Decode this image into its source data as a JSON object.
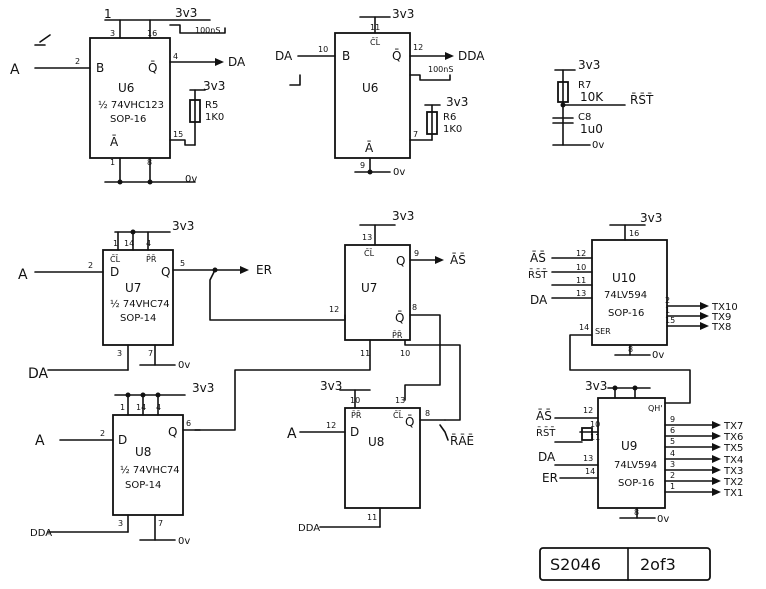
{
  "labels": {
    "u6a_pin_label": "1",
    "u6a_supply": "3v3",
    "u6a_timing": "100nS",
    "input_a": "A",
    "pin_b": "B",
    "pin_q": "Q",
    "pin_q_bar": "Q̄",
    "pin_d": "D",
    "pin_a_bar": "Ā",
    "pin_cl_bar": "C̄L̄",
    "pin_pr_bar": "P̄R̄",
    "pin_ser": "SER",
    "pin_qh": "QH'",
    "pin_1": "1",
    "pin_2": "2",
    "pin_3": "3",
    "pin_4": "4",
    "pin_5": "5",
    "pin_6": "6",
    "pin_7": "7",
    "pin_8": "8",
    "pin_9": "9",
    "pin_10": "10",
    "pin_11": "11",
    "pin_12": "12",
    "pin_13": "13",
    "pin_14": "14",
    "pin_15": "15",
    "pin_16": "16",
    "output_da": "DA",
    "output_dda": "DDA",
    "output_er": "ER",
    "output_as": "ĀS̄",
    "output_rae": "R̄ĀĒ",
    "u6_name": "U6",
    "u6_part": "½ 74VHC123",
    "u6_package": "SOP-16",
    "r5_supply": "3v3",
    "r5_name": "R5",
    "r5_value": "1K0",
    "u6b_supply": "3v3",
    "u6b_timing": "100nS",
    "r6_supply": "3v3",
    "r6_name": "R6",
    "r6_value": "1K0",
    "gnd_0v": "0v",
    "reset_supply": "3v3",
    "r7_name": "R7",
    "r7_value": "10K",
    "c8_name": "C8",
    "c8_value": "1u0",
    "reset_net": "R̄S̄T̄",
    "u7a_supply": "3v3",
    "u7_name": "U7",
    "u7_part": "½ 74VHC74",
    "u7_package": "SOP-14",
    "u7b_supply": "3v3",
    "u8a_supply": "3v3",
    "u8_name": "U8",
    "u8_part": "½ 74VHC74",
    "u8b_supply": "3v3",
    "u10_supply": "3v3",
    "u10_name": "U10",
    "u10_part": "74LV594",
    "u9_supply": "3v3",
    "u9_name": "U9",
    "tx10": "TX10",
    "tx9": "TX9",
    "tx8": "TX8",
    "tx7": "TX7",
    "tx6": "TX6",
    "tx5": "TX5",
    "tx4": "TX4",
    "tx3": "TX3",
    "tx2": "TX2",
    "tx1": "TX1",
    "sheet_number": "S2046",
    "sheet_page": "2of3"
  }
}
